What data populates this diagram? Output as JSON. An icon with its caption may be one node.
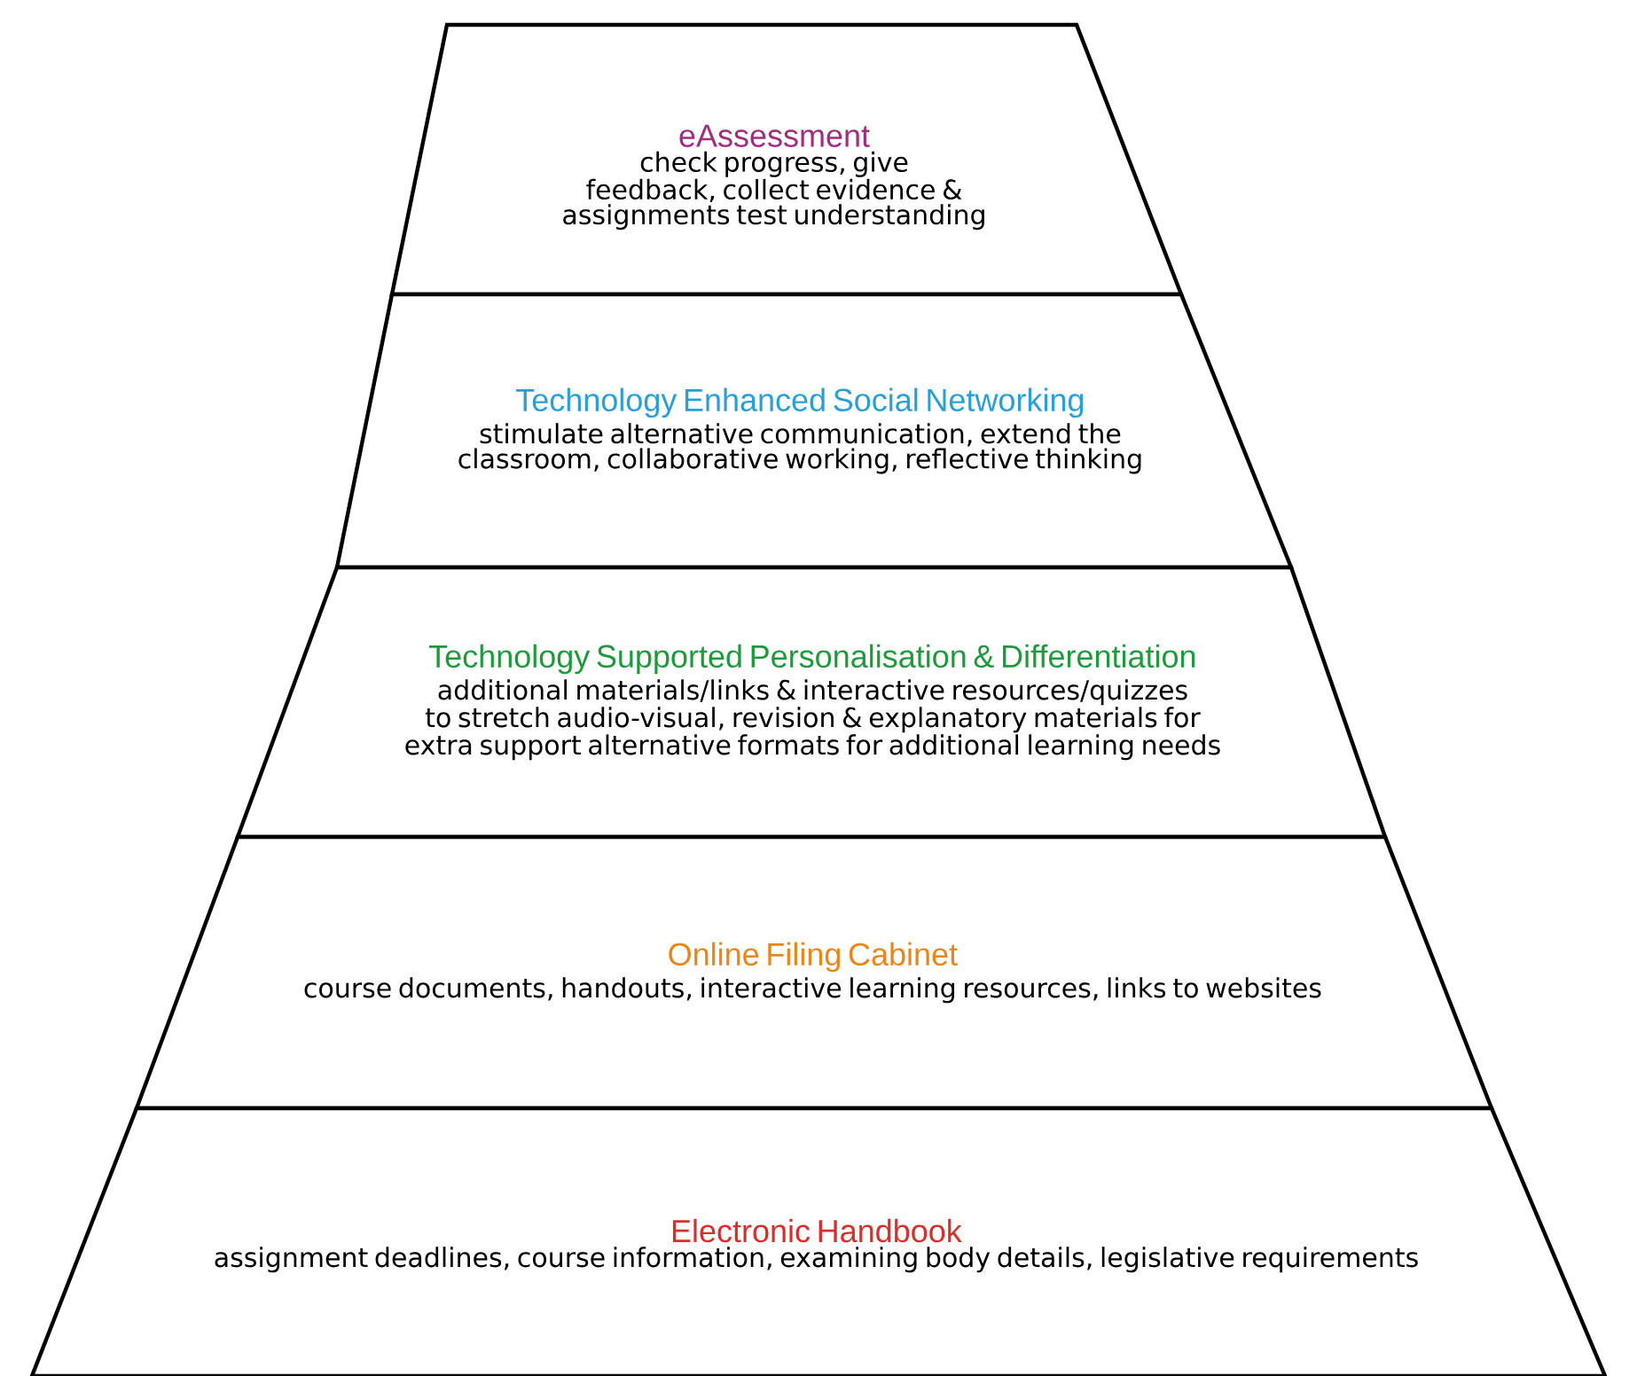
{
  "diagram": {
    "nodes": [
      {
        "text": [
          "eAssessment",
          "check progress, give feedback, collect evidence & assignments test understanding"
        ]
      },
      {
        "text": [
          "Technology Enhanced Social Networking",
          "stimulate alternative communication, extend the classroom, collaborative working, reflective thinking"
        ]
      },
      {
        "text": [
          "Technology Supported Personalisation & Differentiation",
          "additional materials/links & interactive resources/quizzes to stretch audio-visual, revision & explanatory materials for extra support alternative formats for additional learning needs"
        ]
      },
      {
        "text": [
          "Online Filing Cabinet",
          "course documents, handouts, interactive learning resources, links to websites"
        ]
      },
      {
        "text": [
          "Electronic Handbook",
          "assignment deadlines, course information, examining body details, legislative requirements"
        ]
      }
    ]
  }
}
